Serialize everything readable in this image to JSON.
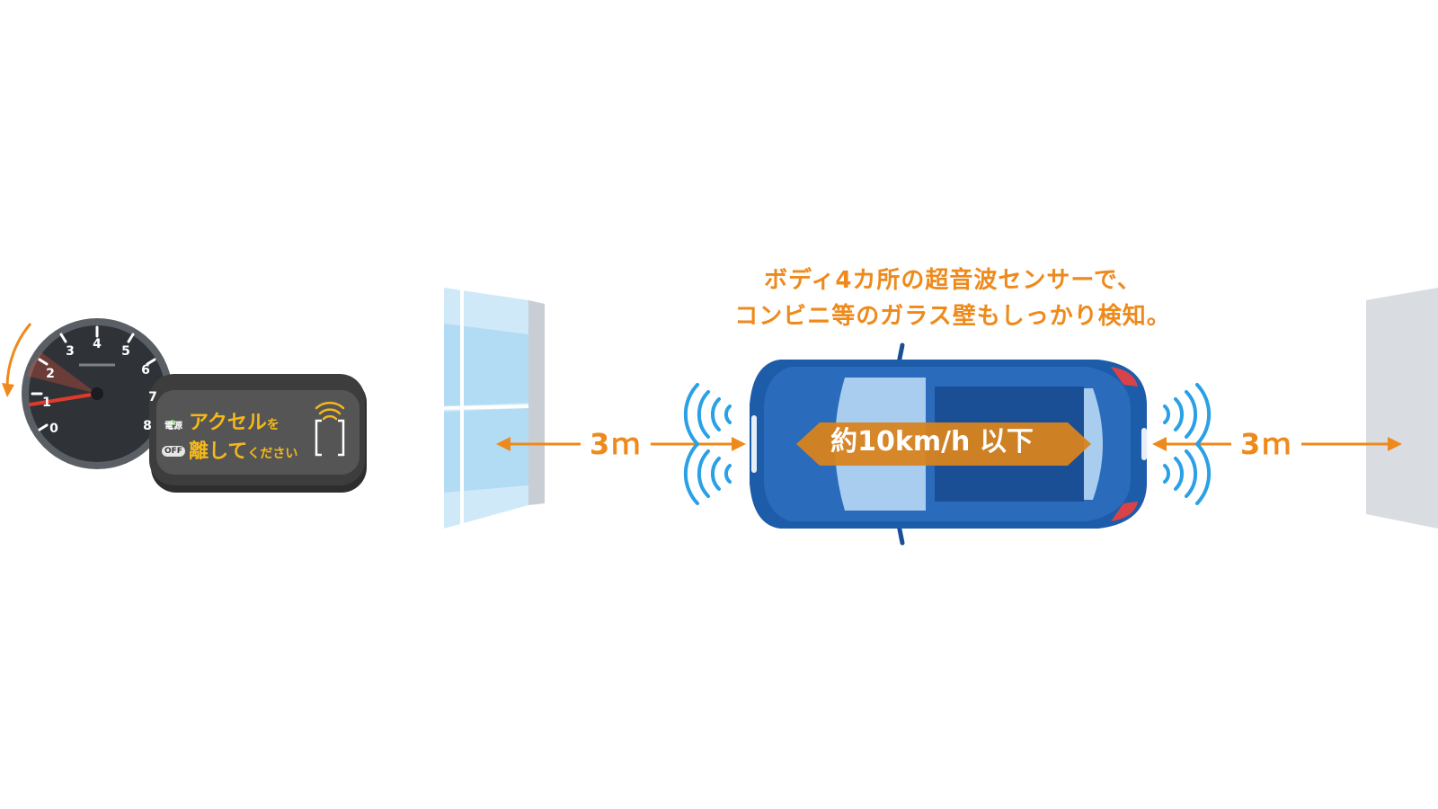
{
  "caption": {
    "line1": "ボディ4カ所の超音波センサーで、",
    "line2": "コンビニ等のガラス壁もしっかり検知。"
  },
  "distance_left": "3ｍ",
  "distance_right": "3ｍ",
  "speed_label": "約10km/h 以下",
  "tachometer": {
    "numbers": [
      "0",
      "1",
      "2",
      "3",
      "4",
      "5",
      "6",
      "7",
      "8"
    ]
  },
  "display_panel": {
    "power_label": "電源",
    "off_label": "OFF",
    "message_line1_main": "アクセル",
    "message_line1_suffix": "を",
    "message_line2_main": "離して",
    "message_line2_suffix": "ください"
  },
  "colors": {
    "accent_orange": "#ee8a1c",
    "car_blue": "#1a5aa8",
    "sensor_wave_blue": "#2aa0e6",
    "glass_blue": "#bfe2f7",
    "wall_gray": "#d9dde2",
    "panel_dark": "#3a3a3a",
    "panel_text_yellow": "#f4b81c"
  }
}
